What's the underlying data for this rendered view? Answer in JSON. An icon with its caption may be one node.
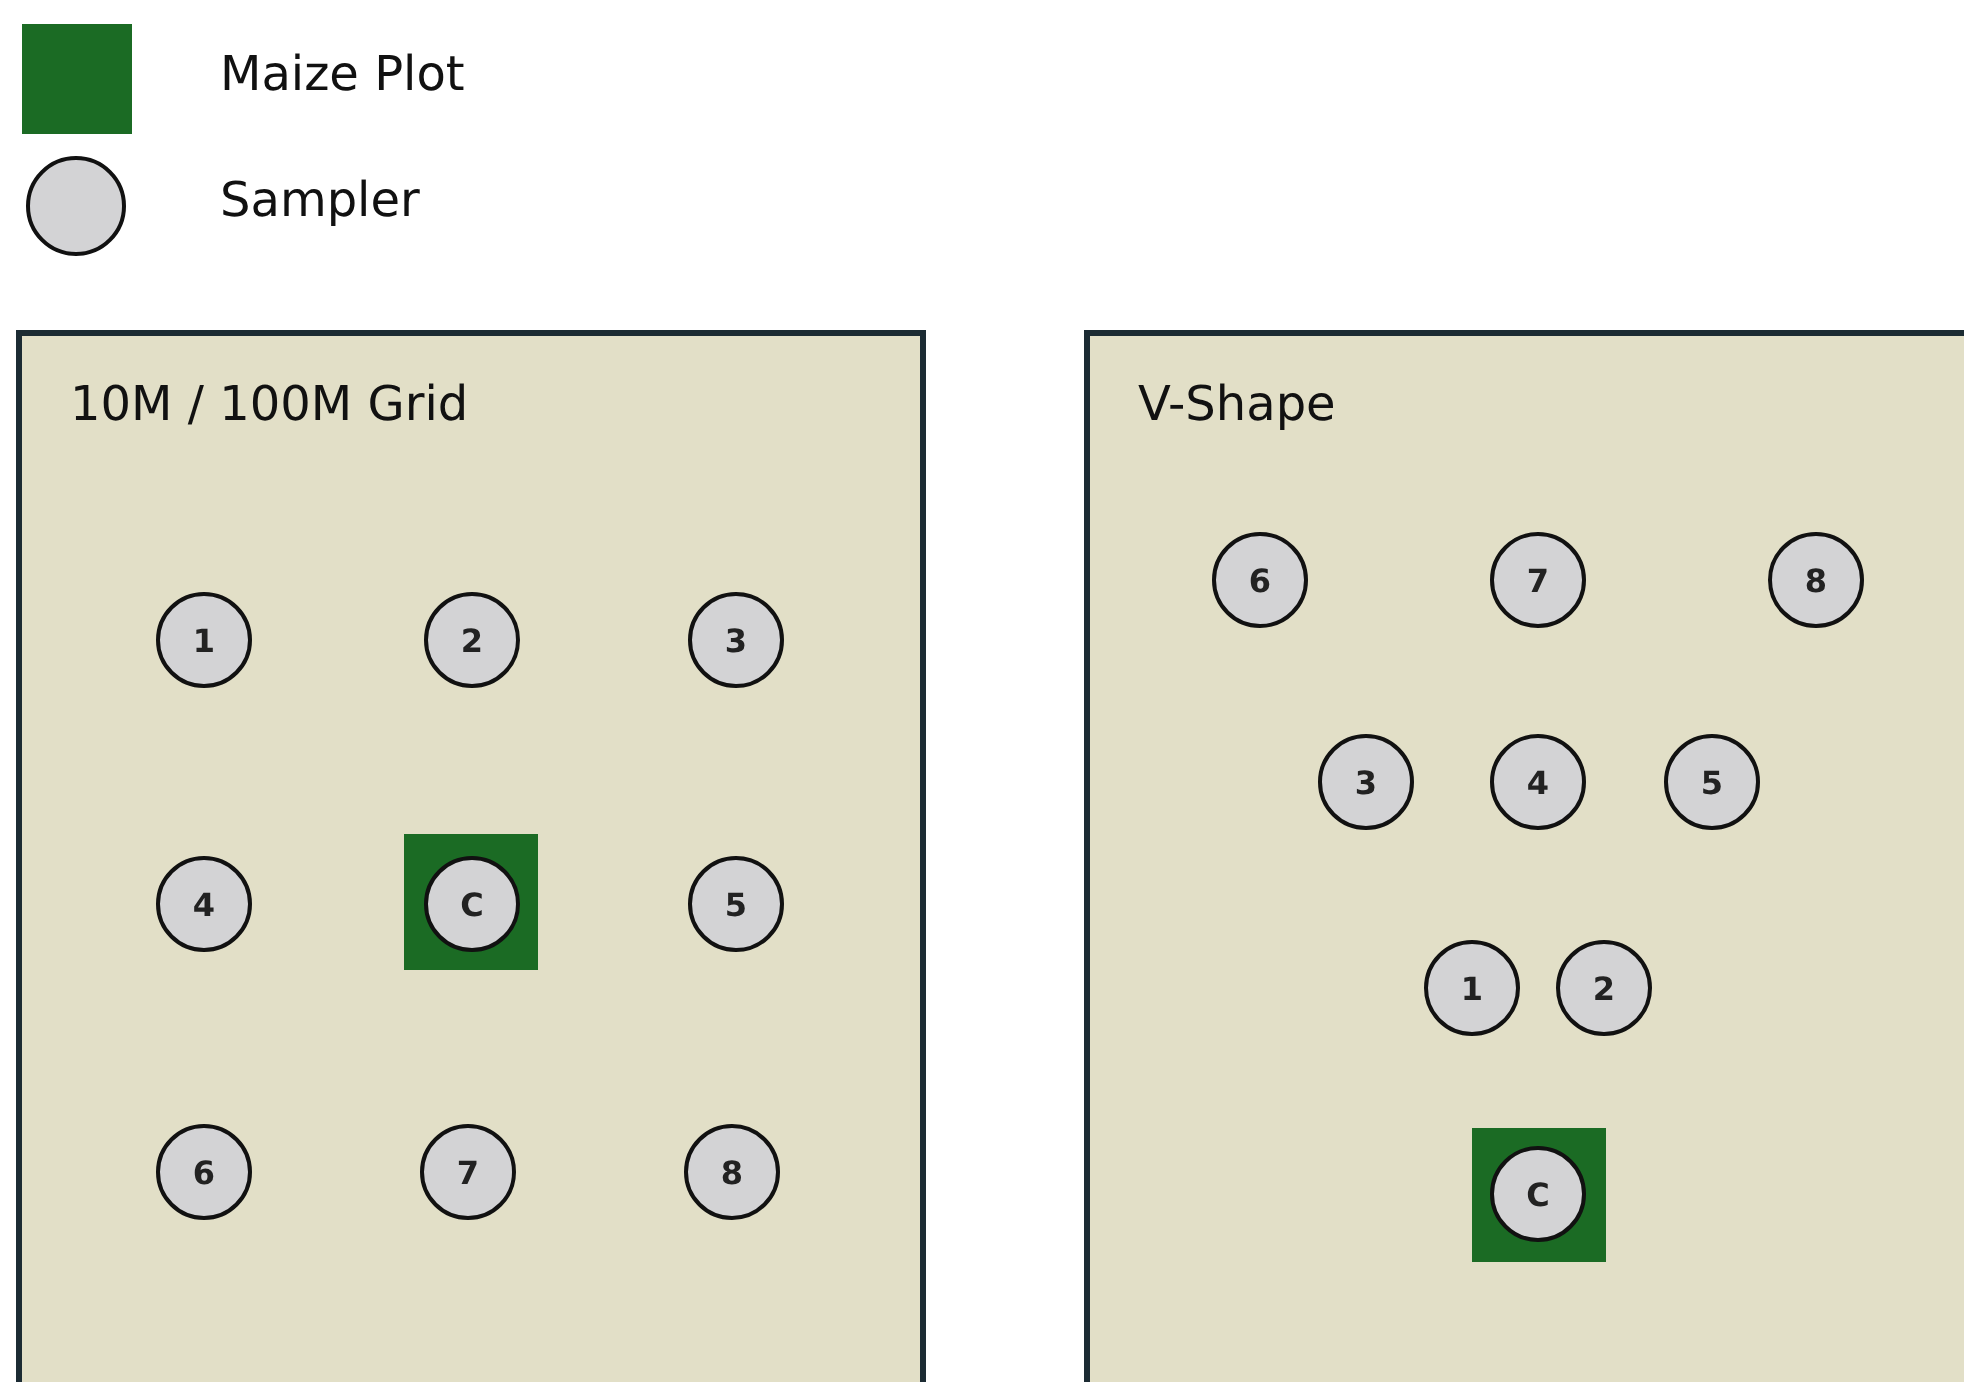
{
  "diagram": {
    "nodes": [
      {
        "text": [
          "10M / 100M Grid"
        ]
      },
      {
        "text": [
          "1"
        ],
        "in": 0
      },
      {
        "text": [
          "2"
        ],
        "in": 0
      },
      {
        "text": [
          "3"
        ],
        "in": 0
      },
      {
        "text": [
          "4"
        ],
        "in": 0
      },
      {
        "text": [],
        "shape": "box",
        "in": 0
      },
      {
        "text": [
          "C"
        ],
        "in": 5
      },
      {
        "text": [
          "5"
        ],
        "in": 0
      },
      {
        "text": [
          "6"
        ],
        "in": 0
      },
      {
        "text": [
          "7"
        ],
        "in": 0
      },
      {
        "text": [
          "8"
        ],
        "in": 0
      },
      {
        "text": [
          "V-Shape"
        ]
      },
      {
        "text": [
          "6"
        ],
        "in": 11
      },
      {
        "text": [
          "7"
        ],
        "in": 11
      },
      {
        "text": [
          "8"
        ],
        "in": 11
      },
      {
        "text": [
          "3"
        ],
        "in": 11
      },
      {
        "text": [
          "4"
        ],
        "in": 11
      },
      {
        "text": [
          "5"
        ],
        "in": 11
      },
      {
        "text": [
          "1"
        ],
        "in": 11
      },
      {
        "text": [
          "2"
        ],
        "in": 11
      },
      {
        "text": [],
        "shape": "box",
        "in": 11
      },
      {
        "text": [
          "C"
        ],
        "in": 20
      }
    ],
    "edges": [],
    "legend": [
      {
        "text": "Maize Plot",
        "color": "#1b6b24"
      },
      {
        "text": "Sampler"
      }
    ]
  }
}
